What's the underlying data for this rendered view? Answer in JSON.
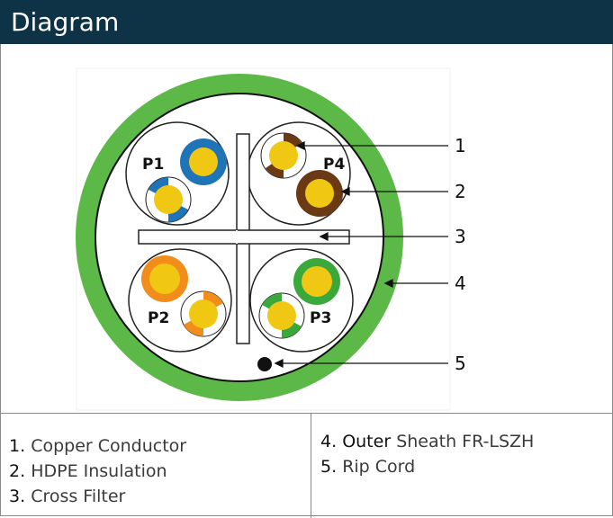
{
  "header": {
    "title": "Diagram"
  },
  "diagram": {
    "pairs": [
      {
        "label": "P1",
        "color": "#1f73b7"
      },
      {
        "label": "P4",
        "color": "#6b3a15"
      },
      {
        "label": "P2",
        "color": "#f28c1a"
      },
      {
        "label": "P3",
        "color": "#3aa83a"
      }
    ],
    "callouts": [
      "1",
      "2",
      "3",
      "4",
      "5"
    ],
    "colors": {
      "sheath": "#5cb947",
      "conductor": "#f0c814",
      "rip_cord": "#111111"
    }
  },
  "legend": {
    "left": [
      {
        "num": "1.",
        "text": "Copper Conductor"
      },
      {
        "num": "2.",
        "text": "HDPE Insulation"
      },
      {
        "num": "3.",
        "text": "Cross Filter"
      }
    ],
    "right": [
      {
        "num": "4.",
        "strong": "Outer",
        "text": "Sheath FR-LSZH"
      },
      {
        "num": "5.",
        "strong": "",
        "text": "Rip Cord"
      }
    ]
  }
}
